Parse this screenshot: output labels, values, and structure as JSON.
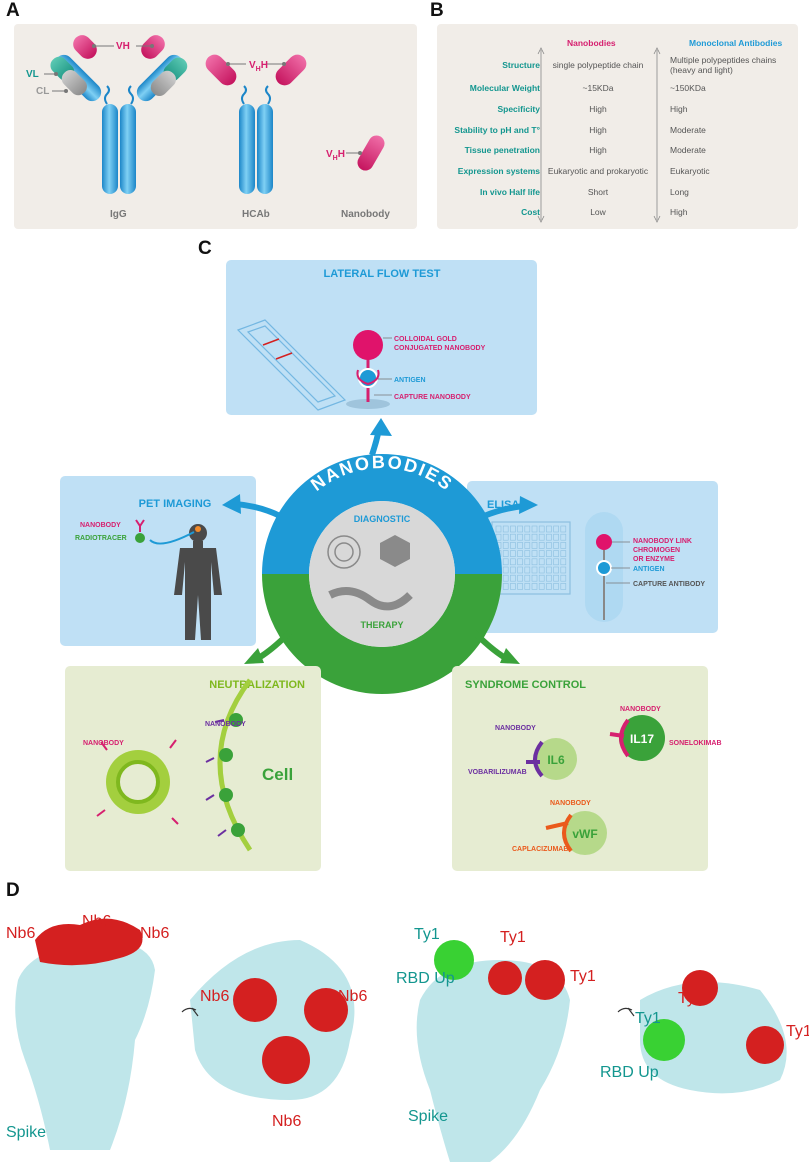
{
  "panels": {
    "a": "A",
    "b": "B",
    "c": "C",
    "d": "D"
  },
  "panel_a": {
    "labels": {
      "vh": "VH",
      "vl": "VL",
      "cl": "CL",
      "vhh_v": "V",
      "vhh_sub": "H",
      "vhh_h": "H"
    },
    "captions": {
      "igg": "IgG",
      "hcab": "HCAb",
      "nanobody": "Nanobody"
    }
  },
  "panel_b": {
    "col_nb": "Nanobodies",
    "col_mab": "Monoclonal Antibodies",
    "rows": [
      {
        "label": "Structure",
        "nb": "single polypeptide chain",
        "mab": "Multiple polypeptides chains (heavy and light)"
      },
      {
        "label": "Molecular Weight",
        "nb": "~15KDa",
        "mab": "~150KDa"
      },
      {
        "label": "Specificity",
        "nb": "High",
        "mab": "High"
      },
      {
        "label": "Stability to pH and T°",
        "nb": "High",
        "mab": "Moderate"
      },
      {
        "label": "Tissue penetration",
        "nb": "High",
        "mab": "Moderate"
      },
      {
        "label": "Expression systems",
        "nb": "Eukaryotic and prokaryotic",
        "mab": "Eukaryotic"
      },
      {
        "label": "In vivo Half life",
        "nb": "Short",
        "mab": "Long"
      },
      {
        "label": "Cost",
        "nb": "Low",
        "mab": "High"
      }
    ]
  },
  "panel_c": {
    "center": {
      "title": "NANOBODIES",
      "diagnostic": "DIAGNOSTIC",
      "therapy": "THERAPY"
    },
    "lateral_flow": {
      "title": "LATERAL FLOW TEST",
      "gold_1": "COLLOIDAL GOLD",
      "gold_2": "CONJUGATED NANOBODY",
      "antigen": "ANTIGEN",
      "capture": "CAPTURE NANOBODY"
    },
    "pet": {
      "title": "PET IMAGING",
      "nanobody": "NANOBODY",
      "radiotracer": "RADIOTRACER"
    },
    "elisa": {
      "title": "ELISA",
      "link_1": "NANOBODY LINK",
      "link_2": "CHROMOGEN",
      "link_3": "OR ENZYME",
      "antigen": "ANTIGEN",
      "capture": "CAPTURE ANTIBODY"
    },
    "neutralization": {
      "title": "NEUTRALIZATION",
      "nanobody_1": "NANOBODY",
      "nanobody_2": "NANOBODY",
      "cell": "Cell"
    },
    "syndrome": {
      "title": "SYNDROME CONTROL",
      "nb1": "NANOBODY",
      "nb2": "NANOBODY",
      "nb3": "NANOBODY",
      "il17": "IL17",
      "sonelokimab": "SONELOKIMAB",
      "il6": "IL6",
      "vobarilizumab": "VOBARILIZUMAB",
      "vwf": "vWF",
      "caplacizumab": "CAPLACIZUMAB"
    }
  },
  "panel_d": {
    "nb6_labels": [
      "Nb6",
      "Nb6",
      "Nb6",
      "Nb6",
      "Nb6",
      "Nb6"
    ],
    "ty1_labels": [
      "Ty1",
      "Ty1",
      "Ty1",
      "Ty1",
      "Ty1",
      "Ty1"
    ],
    "rbd_up": [
      "RBD Up",
      "RBD Up"
    ],
    "spike": [
      "Spike",
      "Spike"
    ]
  },
  "colors": {
    "teal": "#13968f",
    "magenta": "#d6206f",
    "blue": "#1e9ad6",
    "green": "#3aa23a",
    "protein": "#bfe6ea",
    "red": "#d42020",
    "lime": "#39d133"
  }
}
